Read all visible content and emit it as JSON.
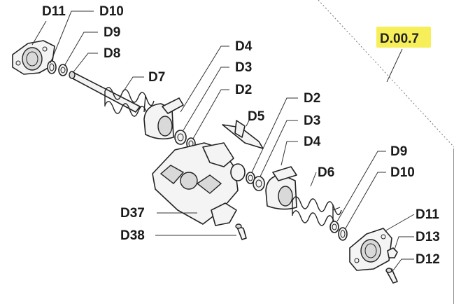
{
  "diagram": {
    "code": "D.00.7",
    "labels": {
      "D11_left": "D11",
      "D10_left": "D10",
      "D9_left": "D9",
      "D8": "D8",
      "D7": "D7",
      "D4_top": "D4",
      "D3_top": "D3",
      "D2_top": "D2",
      "D5": "D5",
      "D2_right": "D2",
      "D3_right": "D3",
      "D4_right": "D4",
      "D6": "D6",
      "D9_right": "D9",
      "D10_right": "D10",
      "D11_right": "D11",
      "D13": "D13",
      "D12": "D12",
      "D37": "D37",
      "D38": "D38"
    }
  }
}
